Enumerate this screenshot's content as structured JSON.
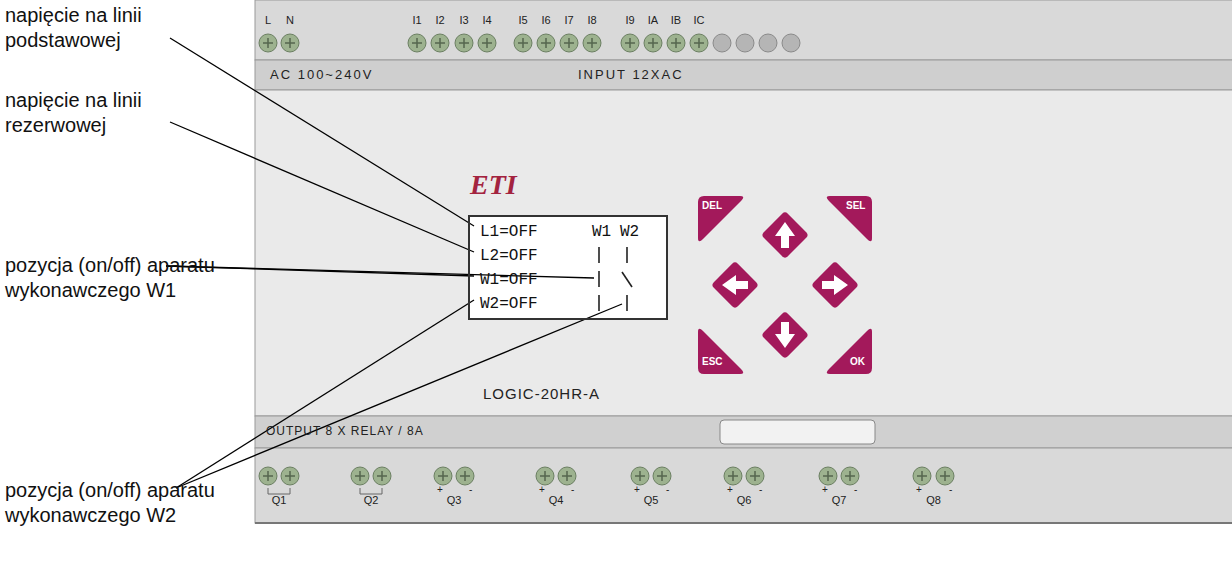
{
  "diagram": {
    "nodes": [
      {
        "text": [
          "L1=OFF",
          "W1",
          "W2",
          "L2=OFF",
          "W1=OFF",
          "W2=OFF"
        ]
      },
      {
        "text": [
          "DEL"
        ]
      },
      {
        "text": [
          "SEL"
        ]
      },
      {
        "text": [
          "ESC"
        ]
      },
      {
        "text": [
          "OK"
        ]
      }
    ],
    "labels": [
      "napięcie na linii podstawowej",
      "napięcie na linii rezerwowej",
      "pozycja (on/off) aparatu wykonawczego W1",
      "pozycja (on/off) aparatu wykonawczego W2",
      "L",
      "N",
      "I1",
      "I2",
      "I3",
      "I4",
      "I5",
      "I6",
      "I7",
      "I8",
      "I9",
      "IA",
      "IB",
      "IC",
      "AC 100~240V",
      "INPUT 12XAC",
      "ETI",
      "LOGIC-20HR-A",
      "OUTPUT 8 X RELAY / 8A",
      "Q1",
      "Q2",
      "Q3",
      "Q4",
      "Q5",
      "Q6",
      "Q7",
      "Q8",
      "+",
      "-",
      "+",
      "-",
      "+",
      "-",
      "+",
      "-",
      "+",
      "-",
      "+",
      "-"
    ]
  }
}
